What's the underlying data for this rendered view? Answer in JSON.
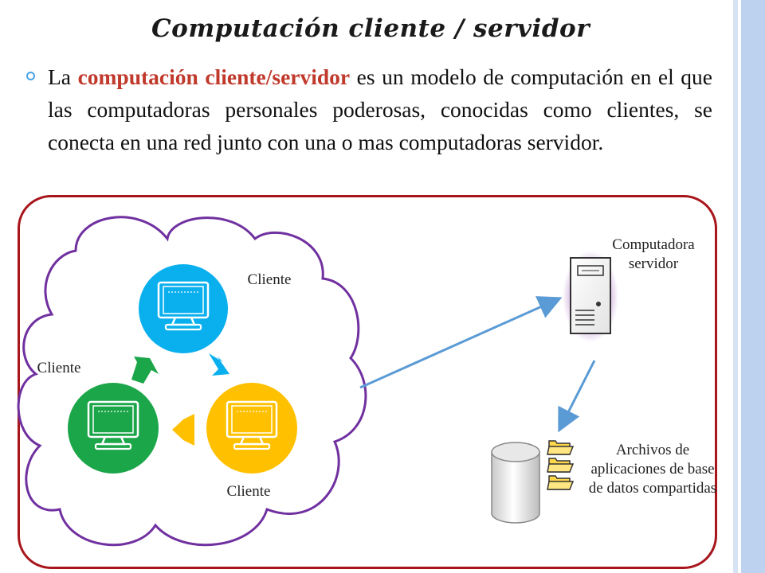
{
  "slide": {
    "title": "Computación cliente / servidor",
    "bullet": {
      "prefix": "La ",
      "highlight": "computación cliente/servidor",
      "suffix": " es un modelo de computación en el que las computadoras personales poderosas, conocidas como clientes, se conecta en una red junto con una o mas computadoras servidor."
    }
  },
  "diagram": {
    "labels": {
      "client_top": "Cliente",
      "client_left": "Cliente",
      "client_bottom": "Cliente",
      "server": "Computadora servidor",
      "database": "Archivos de aplicaciones de base de datos compartidas"
    },
    "colors": {
      "client_top": "#0ab0ee",
      "client_left": "#1ca64a",
      "client_right": "#ffc000",
      "cloud_outline": "#7030a0",
      "frame_border": "#a8161c",
      "arrow": "#5b9bd5",
      "highlight_text": "#c0392b"
    },
    "icons": [
      "monitor-icon",
      "server-tower-icon",
      "database-cylinder-icon",
      "folder-icon"
    ]
  }
}
